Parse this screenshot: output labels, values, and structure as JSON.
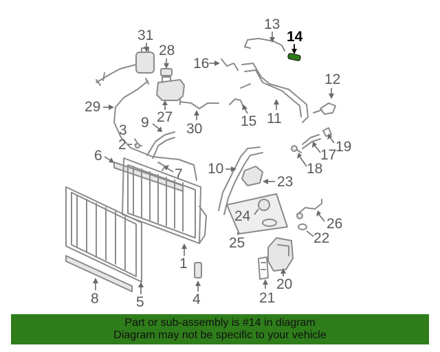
{
  "highlight_color": "#2e7d1a",
  "callouts": {
    "c1": "1",
    "c2": "2",
    "c3": "3",
    "c4": "4",
    "c5": "5",
    "c6": "6",
    "c7": "7",
    "c8": "8",
    "c9": "9",
    "c10": "10",
    "c11": "11",
    "c12": "12",
    "c13": "13",
    "c14": "14",
    "c15": "15",
    "c16": "16",
    "c17": "17",
    "c18": "18",
    "c19": "19",
    "c20": "20",
    "c21": "21",
    "c22": "22",
    "c23": "23",
    "c24": "24",
    "c25": "25",
    "c26": "26",
    "c27": "27",
    "c28": "28",
    "c29": "29",
    "c30": "30",
    "c31": "31"
  },
  "footer": {
    "line1": "Part or sub-assembly is #14 in diagram",
    "line2": "Diagram may not be specific to your vehicle"
  }
}
